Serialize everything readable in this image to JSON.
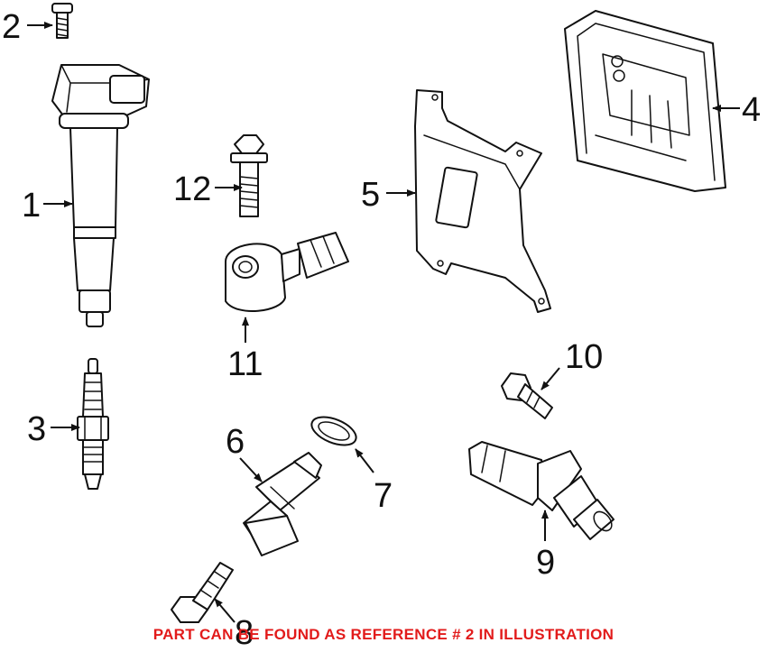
{
  "diagram": {
    "callouts": [
      "1",
      "2",
      "3",
      "4",
      "5",
      "6",
      "7",
      "8",
      "9",
      "10",
      "11",
      "12"
    ]
  },
  "footer": {
    "note": "PART CAN BE FOUND AS REFERENCE # 2 IN ILLUSTRATION",
    "color": "#e21b1b"
  }
}
